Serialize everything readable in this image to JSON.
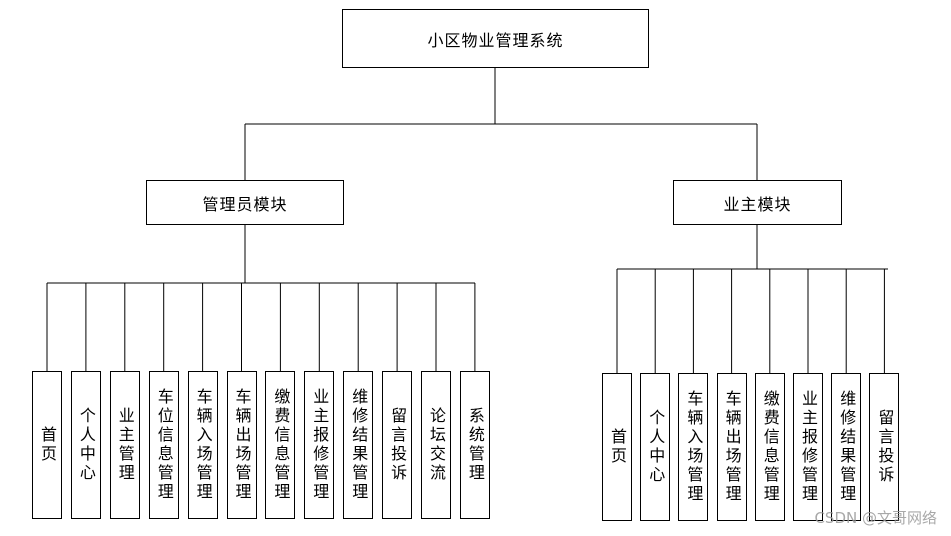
{
  "root": {
    "label": "小区物业管理系统"
  },
  "admin": {
    "label": "管理员模块",
    "children": [
      "首页",
      "个人中心",
      "业主管理",
      "车位信息管理",
      "车辆入场管理",
      "车辆出场管理",
      "缴费信息管理",
      "业主报修管理",
      "维修结果管理",
      "留言投诉",
      "论坛交流",
      "系统管理"
    ]
  },
  "owner": {
    "label": "业主模块",
    "children": [
      "首页",
      "个人中心",
      "车辆入场管理",
      "车辆出场管理",
      "缴费信息管理",
      "业主报修管理",
      "维修结果管理",
      "留言投诉"
    ]
  },
  "watermark": "CSDN @文哥网络"
}
